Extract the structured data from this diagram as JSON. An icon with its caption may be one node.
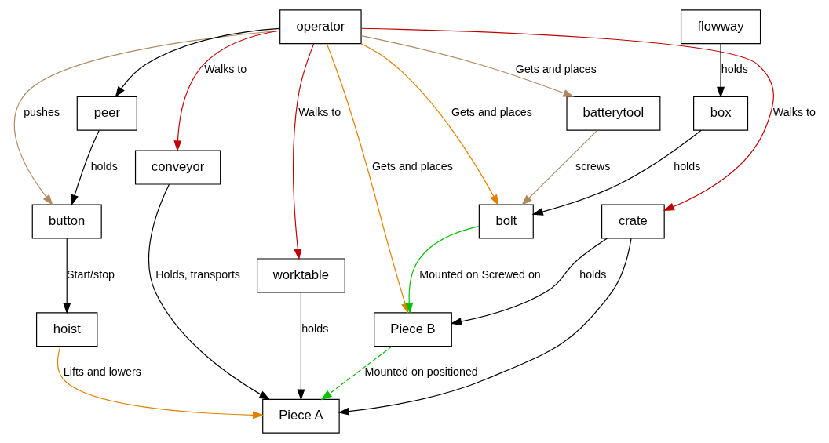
{
  "diagram": {
    "nodes": [
      {
        "text": [
          "button"
        ]
      },
      {
        "text": [
          "operator"
        ]
      },
      {
        "text": [
          "batterytool"
        ]
      },
      {
        "text": [
          "peer"
        ]
      },
      {
        "text": [
          "hoist"
        ]
      },
      {
        "text": [
          "bolt"
        ]
      },
      {
        "text": [
          "flowway"
        ]
      },
      {
        "text": [
          "box"
        ]
      },
      {
        "text": [
          "conveyor"
        ]
      },
      {
        "text": [
          "worktable"
        ]
      },
      {
        "text": [
          "Piece A"
        ]
      },
      {
        "text": [
          "Piece B"
        ]
      },
      {
        "text": [
          "crate"
        ]
      }
    ],
    "edges": [
      {
        "from": 1,
        "to": 0,
        "arrow": "to",
        "label": "pushes",
        "color": "#b08860"
      },
      {
        "from": 3,
        "to": 0,
        "arrow": "to",
        "label": "holds"
      },
      {
        "from": 1,
        "to": 3,
        "arrow": "to"
      },
      {
        "from": 0,
        "to": 4,
        "arrow": "to",
        "label": "Start/stop"
      },
      {
        "from": 1,
        "to": 2,
        "arrow": "to",
        "label": "Gets and places",
        "color": "#b08860"
      },
      {
        "from": 1,
        "to": 8,
        "arrow": "to",
        "label": "Walks to",
        "color": "#c00000"
      },
      {
        "from": 1,
        "to": 9,
        "arrow": "to",
        "label": "Walks to",
        "color": "#c00000"
      },
      {
        "from": 1,
        "to": 12,
        "arrow": "to",
        "label": "Walks to",
        "color": "#c00000"
      },
      {
        "from": 1,
        "to": 5,
        "arrow": "to",
        "label": "Gets and places",
        "color": "#e08000"
      },
      {
        "from": 1,
        "to": 11,
        "arrow": "to",
        "label": "Gets and places",
        "color": "#e08000"
      },
      {
        "from": 2,
        "to": 5,
        "arrow": "to",
        "label": "screws",
        "color": "#b08860"
      },
      {
        "from": 6,
        "to": 7,
        "arrow": "to",
        "label": "holds"
      },
      {
        "from": 7,
        "to": 5,
        "arrow": "to",
        "label": "holds"
      },
      {
        "from": 5,
        "to": 11,
        "arrow": "to",
        "label": "Mounted on Screwed on",
        "color": "#00c000"
      },
      {
        "from": 4,
        "to": 10,
        "arrow": "to",
        "label": "Lifts and lowers",
        "color": "#e08000"
      },
      {
        "from": 8,
        "to": 10,
        "arrow": "to",
        "label": "Holds, transports"
      },
      {
        "from": 9,
        "to": 10,
        "arrow": "to",
        "label": "holds"
      },
      {
        "from": 11,
        "to": 10,
        "arrow": "to",
        "label": "Mounted on positioned",
        "style": "dashed",
        "color": "#00c000"
      },
      {
        "from": 12,
        "to": 10,
        "arrow": "to"
      },
      {
        "from": 12,
        "to": 11,
        "arrow": "to",
        "label": "holds"
      }
    ]
  }
}
